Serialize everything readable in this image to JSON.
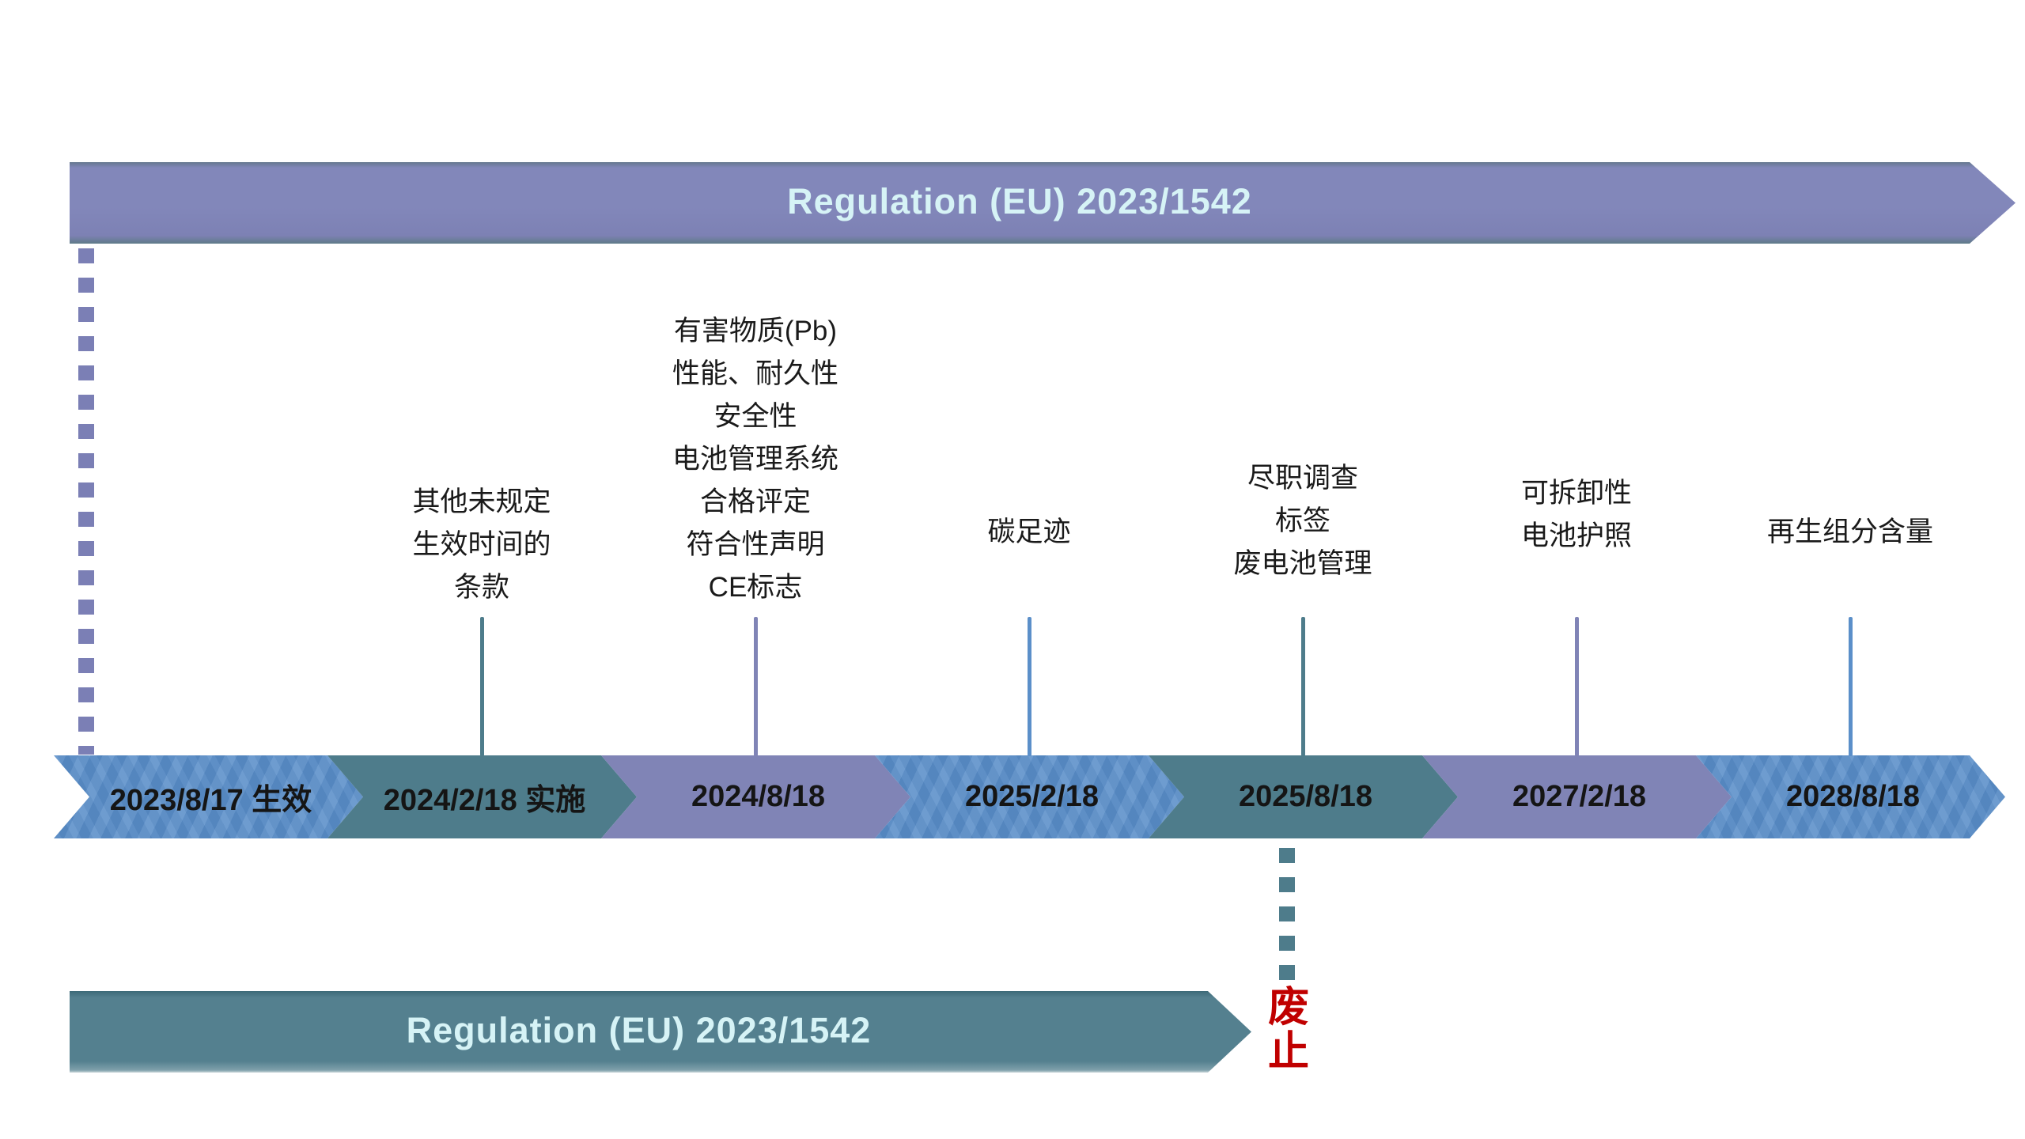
{
  "top_banner": {
    "label": "Regulation (EU) 2023/1542"
  },
  "bottom_banner": {
    "label": "Regulation (EU) 2023/1542",
    "repeal_label": "废止"
  },
  "timeline": {
    "milestones": [
      {
        "date": "2023/8/17 生效",
        "color": "blue",
        "label": ""
      },
      {
        "date": "2024/2/18 实施",
        "color": "teal",
        "label": "其他未规定\n生效时间的\n条款"
      },
      {
        "date": "2024/8/18",
        "color": "purple",
        "label": "有害物质(Pb)\n性能、耐久性\n安全性\n电池管理系统\n合格评定\n符合性声明\nCE标志"
      },
      {
        "date": "2025/2/18",
        "color": "blue",
        "label": "碳足迹"
      },
      {
        "date": "2025/8/18",
        "color": "teal",
        "label": "尽职调查\n标签\n废电池管理"
      },
      {
        "date": "2027/2/18",
        "color": "purple",
        "label": "可拆卸性\n电池护照"
      },
      {
        "date": "2028/8/18",
        "color": "blue",
        "label": "再生组分含量"
      }
    ]
  },
  "colors": {
    "blue": "#5b8fc9",
    "teal": "#4e7c8b",
    "purple": "#8084b6",
    "banner_text": "#d6f3f6",
    "repeal_red": "#c00000"
  }
}
